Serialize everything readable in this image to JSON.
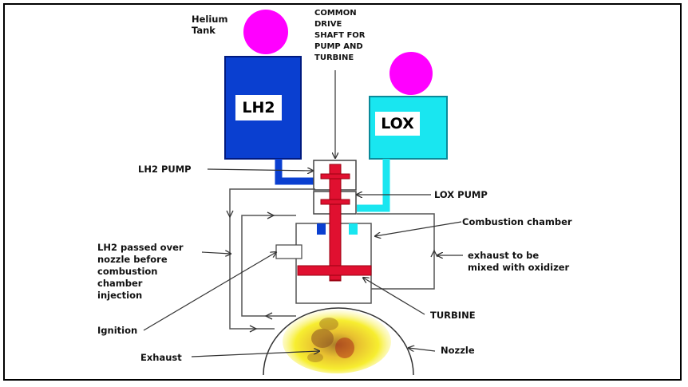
{
  "labels": {
    "helium_tank": "Helium\nTank",
    "drive_shaft": "COMMON\nDRIVE\nSHAFT FOR\nPUMP AND\nTURBINE",
    "lh2": "LH2",
    "lox": "LOX",
    "lh2_pump": "LH2 PUMP",
    "lox_pump": "LOX PUMP",
    "combustion_chamber": "Combustion chamber",
    "lh2_passed": "LH2 passed over\nnozzle before\ncombustion\nchamber\ninjection",
    "exhaust_mixed": "exhaust to be\nmixed with oxidizer",
    "turbine": "TURBINE",
    "ignition": "Ignition",
    "exhaust": "Exhaust",
    "nozzle": "Nozzle"
  },
  "colors": {
    "helium": "#ff00ff",
    "lh2_tank": "#0a3fd0",
    "lox_tank": "#19e6f0",
    "shaft": "#e01030",
    "lines": "#555555",
    "exhaust": "#f2e600"
  }
}
